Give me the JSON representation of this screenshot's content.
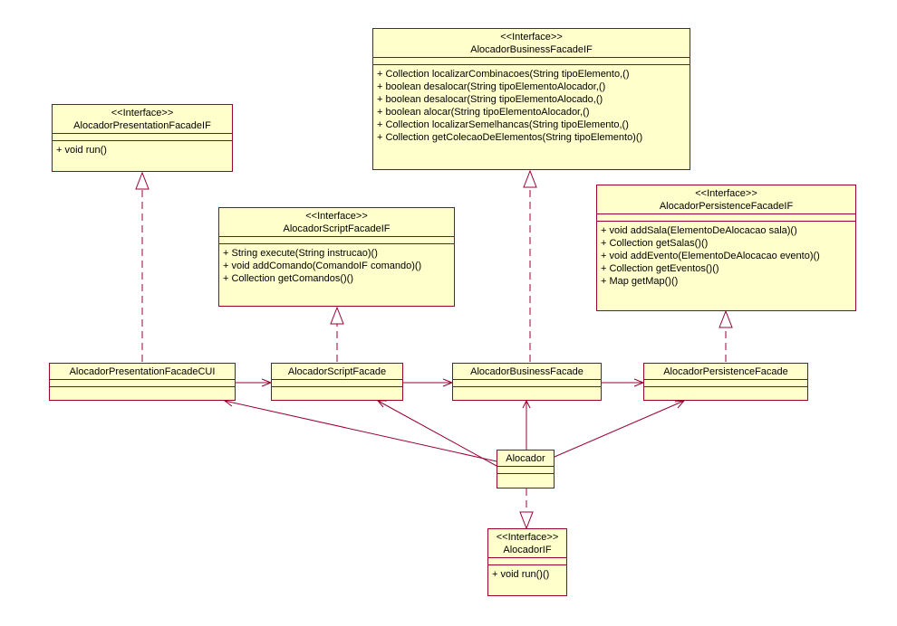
{
  "diagram": {
    "classes": {
      "presentation_if": {
        "stereotype": "<<Interface>>",
        "name": "AlocadorPresentationFacadeIF",
        "operations": [
          "+ void run()"
        ]
      },
      "script_if": {
        "stereotype": "<<Interface>>",
        "name": "AlocadorScriptFacadeIF",
        "operations": [
          "+ String execute(String instrucao)()",
          "+ void addComando(ComandoIF comando)()",
          "+ Collection getComandos()()"
        ]
      },
      "business_if": {
        "stereotype": "<<Interface>>",
        "name": "AlocadorBusinessFacadeIF",
        "operations": [
          "+ Collection localizarCombinacoes(String tipoElemento,()",
          "+ boolean desalocar(String tipoElementoAlocador,()",
          "+ boolean desalocar(String tipoElementoAlocado,()",
          "+ boolean alocar(String tipoElementoAlocador,()",
          "+ Collection localizarSemelhancas(String tipoElemento,()",
          "+ Collection getColecaoDeElementos(String tipoElemento)()"
        ]
      },
      "persistence_if": {
        "stereotype": "<<Interface>>",
        "name": "AlocadorPersistenceFacadeIF",
        "operations": [
          "+ void addSala(ElementoDeAlocacao sala)()",
          "+ Collection getSalas()()",
          "+ void addEvento(ElementoDeAlocacao evento)()",
          "+ Collection getEventos()()",
          "+ Map getMap()()"
        ]
      },
      "presentation_cui": {
        "name": "AlocadorPresentationFacadeCUI"
      },
      "script_facade": {
        "name": "AlocadorScriptFacade"
      },
      "business_facade": {
        "name": "AlocadorBusinessFacade"
      },
      "persistence_facade": {
        "name": "AlocadorPersistenceFacade"
      },
      "alocador": {
        "name": "Alocador"
      },
      "alocador_if": {
        "stereotype": "<<Interface>>",
        "name": "AlocadorIF",
        "operations": [
          "+ void run()()"
        ]
      }
    },
    "colors": {
      "box_fill": "#ffffcc",
      "box_border": "#990033",
      "line": "#990033"
    }
  }
}
